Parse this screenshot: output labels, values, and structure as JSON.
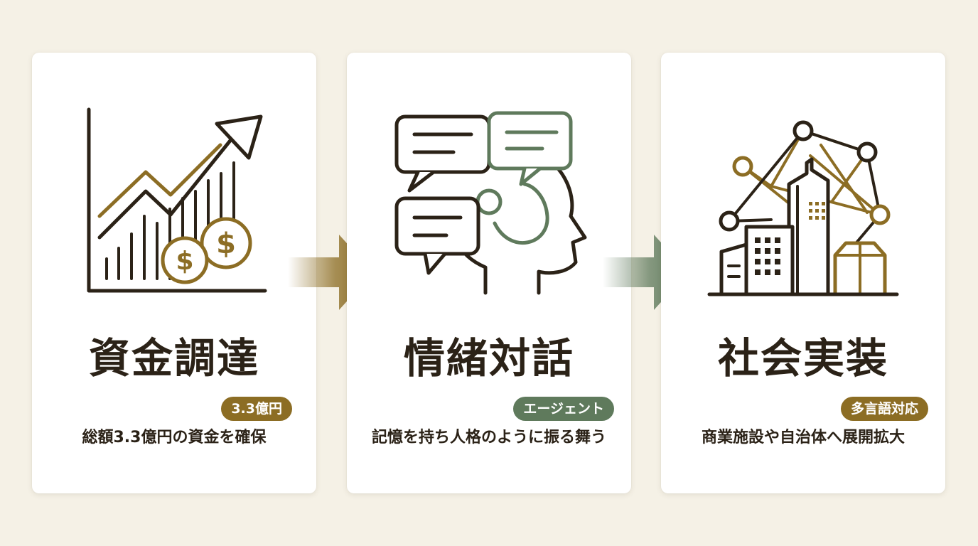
{
  "colors": {
    "background": "#f5f1e6",
    "card": "#ffffff",
    "ink": "#2b2217",
    "gold": "#8c6d24",
    "sage": "#5f7a5c"
  },
  "steps": [
    {
      "icon": "growth-chart-coins-icon",
      "title": "資金調達",
      "badge": "3.3億円",
      "description": "総額3.3億円の資金を確保"
    },
    {
      "icon": "speech-bubbles-head-icon",
      "title": "情緒対話",
      "badge": "エージェント",
      "description": "記憶を持ち人格のように振る舞う"
    },
    {
      "icon": "city-network-icon",
      "title": "社会実装",
      "badge": "多言語対応",
      "description": "商業施設や自治体へ展開拡大"
    }
  ],
  "arrows": [
    {
      "icon": "arrow-right-icon",
      "color": "#8c6d24"
    },
    {
      "icon": "arrow-right-icon",
      "color": "#5f7a5c"
    }
  ]
}
